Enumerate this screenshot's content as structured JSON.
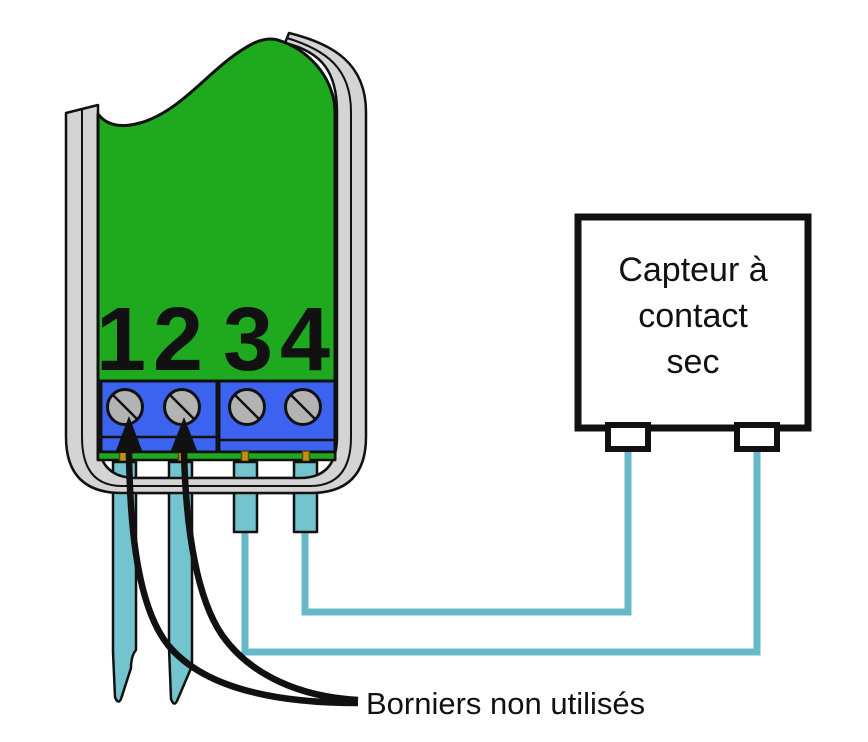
{
  "module": {
    "terminals": [
      "1",
      "2",
      "3",
      "4"
    ]
  },
  "sensor": {
    "line1": "Capteur à",
    "line2": "contact",
    "line3": "sec"
  },
  "annotation": {
    "label": "Borniers non utilisés"
  },
  "colors": {
    "panel_green": "#1ea91e",
    "terminal_blue": "#3c63ef",
    "casing_gray": "#d4d4d4",
    "screw_gray": "#b3b3b3",
    "wire_fill": "#73c4ce",
    "wire_line": "#68b9c8",
    "digit_olive": "#557d18",
    "pin_gold": "#c0920f",
    "sensor_fill": "#ffffff",
    "outline_black": "#111111"
  }
}
